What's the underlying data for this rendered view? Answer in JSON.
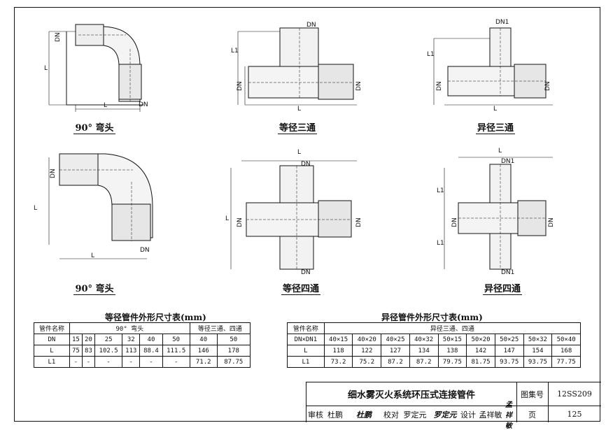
{
  "figures": {
    "fig1": {
      "caption": "90° 弯头",
      "l": "L",
      "dn_a": "DN",
      "dn_b": "DN"
    },
    "fig2": {
      "caption": "等径三通",
      "l": "L",
      "l1": "L1",
      "dn_top": "DN",
      "dn_left": "DN",
      "dn_right": "DN"
    },
    "fig3": {
      "caption": "异径三通",
      "l": "L",
      "l1": "L1",
      "dn1": "DN1",
      "dn_left": "DN",
      "dn_right": "DN"
    },
    "fig4": {
      "caption": "90° 弯头",
      "l": "L",
      "l_side": "L",
      "dn_a": "DN",
      "dn_b": "DN"
    },
    "fig5": {
      "caption": "等径四通",
      "l_top": "L",
      "l_side": "L",
      "dn_top": "DN",
      "dn_bottom": "DN",
      "dn_left": "DN",
      "dn_right": "DN"
    },
    "fig6": {
      "caption": "异径四通",
      "l": "L",
      "l1_top": "L1",
      "l1_bottom": "L1",
      "dn1_top": "DN1",
      "dn1_bottom": "DN1",
      "dn_left": "DN",
      "dn_right": "DN"
    }
  },
  "table_equal": {
    "title": "等径管件外形尺寸表(mm)",
    "h_name": "管件名称",
    "h_elbow": "90° 弯头",
    "h_tee": "等径三通、四通",
    "rows": [
      {
        "label": "DN",
        "values": [
          "15",
          "20",
          "25",
          "32",
          "40",
          "50",
          "40",
          "50"
        ]
      },
      {
        "label": "L",
        "values": [
          "75",
          "83",
          "102.5",
          "113",
          "88.4",
          "111.5",
          "146",
          "178"
        ]
      },
      {
        "label": "L1",
        "values": [
          "-",
          "-",
          "-",
          "-",
          "-",
          "-",
          "71.2",
          "87.75"
        ]
      }
    ]
  },
  "table_reduced": {
    "title": "异径管件外形尺寸表(mm)",
    "h_name": "管件名称",
    "h_group": "异径三通、四通",
    "rows": [
      {
        "label": "DN×DN1",
        "values": [
          "40×15",
          "40×20",
          "40×25",
          "40×32",
          "50×15",
          "50×20",
          "50×25",
          "50×32",
          "50×40"
        ]
      },
      {
        "label": "L",
        "values": [
          "118",
          "122",
          "127",
          "134",
          "138",
          "142",
          "147",
          "154",
          "168"
        ]
      },
      {
        "label": "L1",
        "values": [
          "73.2",
          "75.2",
          "87.2",
          "87.2",
          "79.75",
          "81.75",
          "93.75",
          "93.75",
          "77.75"
        ]
      }
    ]
  },
  "title_block": {
    "title": "细水雾灭火系统环压式连接管件",
    "atlas_label": "图集号",
    "atlas_no": "12SS209",
    "page_label": "页",
    "page_no": "125",
    "review_label": "审核",
    "reviewer": "杜鹏",
    "review_sig": "杜鹏",
    "check_label": "校对",
    "checker": "罗定元",
    "check_sig": "罗定元",
    "design_label": "设计",
    "designer": "孟祥敏",
    "design_sig": "孟祥敏"
  }
}
